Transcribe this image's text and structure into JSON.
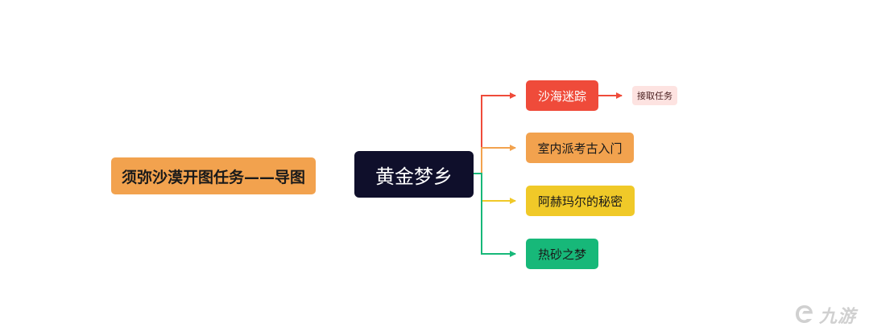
{
  "title": "须弥沙漠开图任务——导图",
  "root": "黄金梦乡",
  "branches": [
    {
      "label": "沙海迷踪",
      "color": "#ef4b3a"
    },
    {
      "label": "室内派考古入门",
      "color": "#f2a24e"
    },
    {
      "label": "阿赫玛尔的秘密",
      "color": "#f0c928"
    },
    {
      "label": "热砂之梦",
      "color": "#17b879"
    }
  ],
  "leaf": {
    "label": "接取任务",
    "color": "#fde3e1"
  },
  "watermark": "九游"
}
